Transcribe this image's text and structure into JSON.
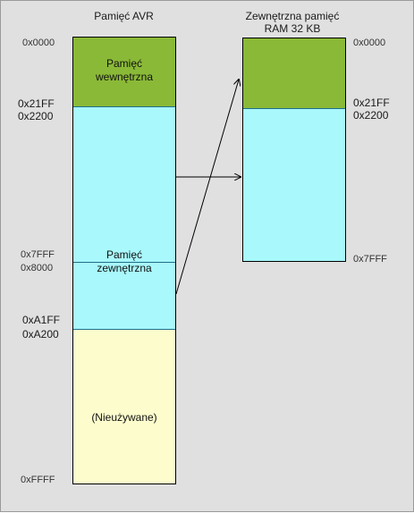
{
  "avr_memory": {
    "title": "Pamięć AVR",
    "internal_label": "Pamięć wewnętrzna",
    "external_label": "Pamięć zewnętrzna",
    "unused_label": "(Nieużywane)",
    "addresses": {
      "a0000": "0x0000",
      "a21ff": "0x21FF",
      "a2200": "0x2200",
      "a7fff": "0x7FFF",
      "a8000": "0x8000",
      "aa1ff": "0xA1FF",
      "aa200": "0xA200",
      "affff": "0xFFFF"
    }
  },
  "external_ram": {
    "title_line1": "Zewnętrzna pamięć",
    "title_line2": "RAM 32 KB",
    "addresses": {
      "a0000": "0x0000",
      "a21ff": "0x21FF",
      "a2200": "0x2200",
      "a7fff": "0x7FFF"
    }
  },
  "colors": {
    "internal": "#8ab937",
    "external": "#a8f8fc",
    "unused": "#fcfccc",
    "background": "#e0e0e0"
  }
}
